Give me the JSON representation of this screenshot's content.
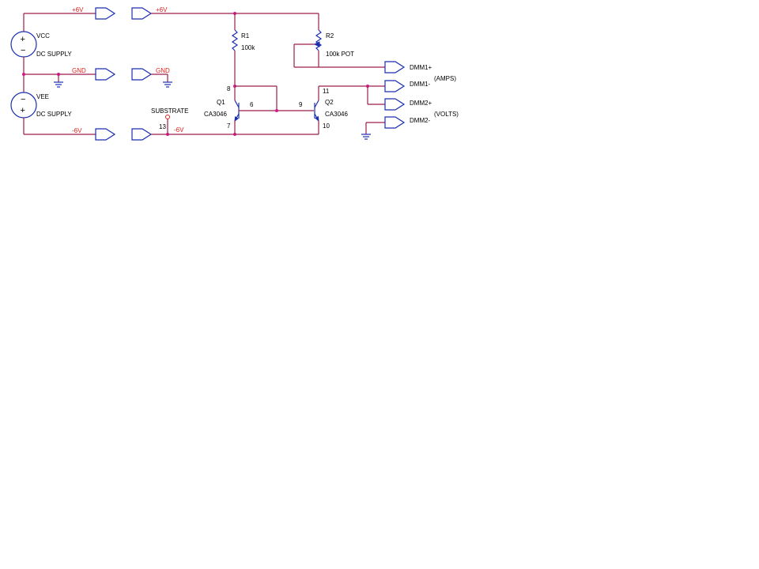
{
  "colors": {
    "wire": "#9b1f4a",
    "component": "#1a2fb0",
    "net_label": "#e0201c",
    "junction": "#d4198c",
    "text": "#000000"
  },
  "nets": {
    "pos_supply": "+6V",
    "neg_supply": "-6V",
    "ground": "GND"
  },
  "sources": {
    "vcc": {
      "name": "VCC",
      "type": "DC SUPPLY",
      "plus": "+",
      "minus": "−"
    },
    "vee": {
      "name": "VEE",
      "type": "DC SUPPLY",
      "plus": "+",
      "minus": "−"
    }
  },
  "resistors": {
    "r1": {
      "name": "R1",
      "value": "100k"
    },
    "r2": {
      "name": "R2",
      "value": "100k POT"
    }
  },
  "transistors": {
    "q1": {
      "name": "Q1",
      "part": "CA3046"
    },
    "q2": {
      "name": "Q2",
      "part": "CA3046"
    }
  },
  "substrate": {
    "label": "SUBSTRATE",
    "pin": "13"
  },
  "pins": {
    "p6": "6",
    "p7": "7",
    "p8": "8",
    "p9": "9",
    "p10": "10",
    "p11": "11"
  },
  "dmm": {
    "dmm1_pos": "DMM1+",
    "dmm1_neg": "DMM1-",
    "dmm2_pos": "DMM2+",
    "dmm2_neg": "DMM2-",
    "amps": "(AMPS)",
    "volts": "(VOLTS)"
  }
}
